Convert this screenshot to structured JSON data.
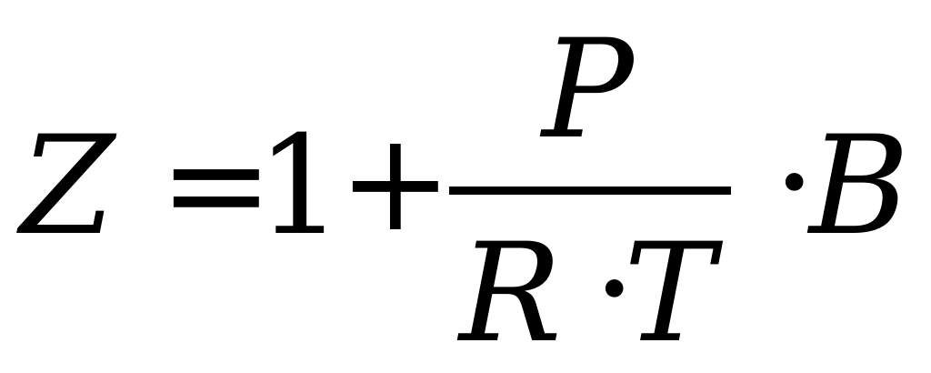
{
  "equation": {
    "lhs": "Z",
    "equals": "=",
    "one": "1",
    "plus": "+",
    "numerator": "P",
    "denominator_r": "R",
    "denominator_dot": "·",
    "denominator_t": "T",
    "times_dot": "·",
    "b": "B"
  }
}
